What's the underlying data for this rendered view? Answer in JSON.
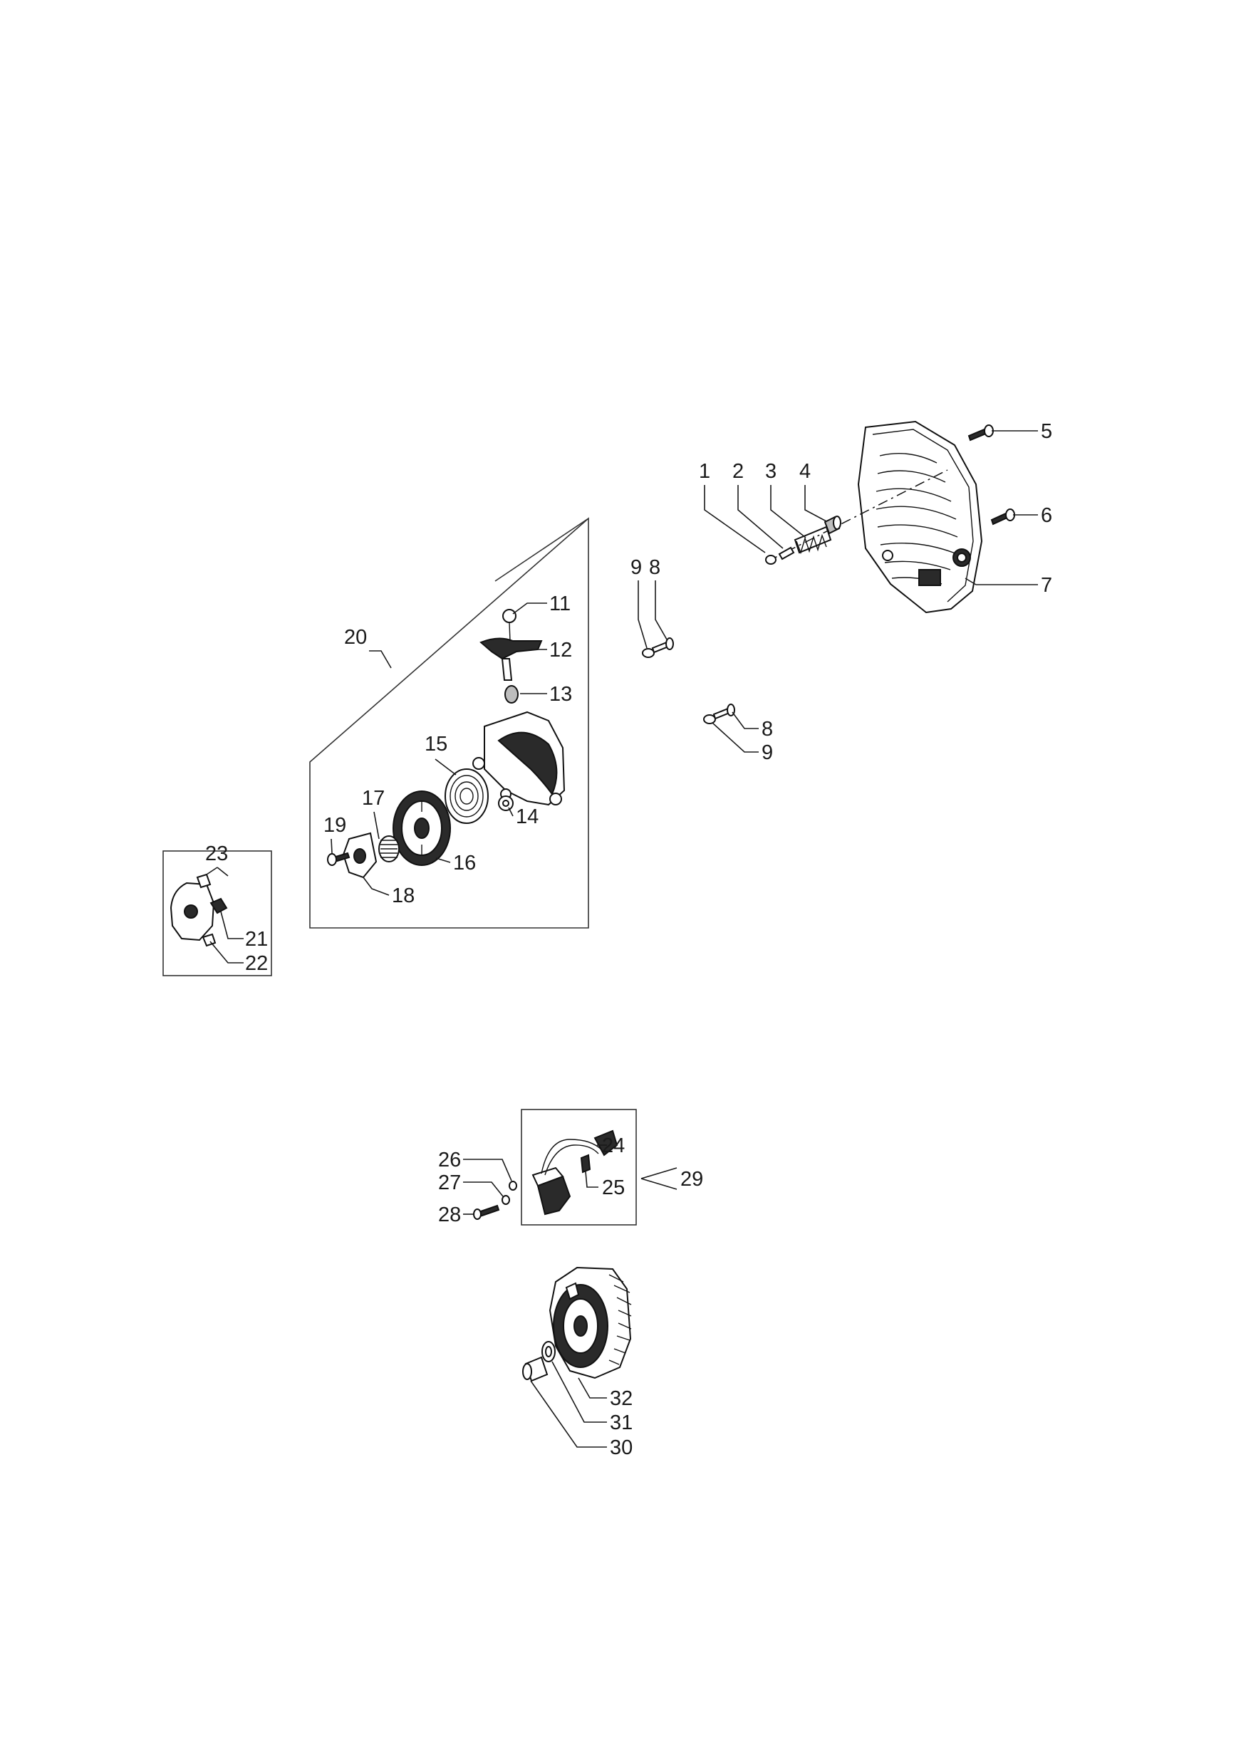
{
  "callouts": {
    "c1": "1",
    "c2": "2",
    "c3": "3",
    "c4": "4",
    "c5": "5",
    "c6": "6",
    "c7": "7",
    "c8a": "8",
    "c9a": "9",
    "c8b": "8",
    "c9b": "9",
    "c11": "11",
    "c12": "12",
    "c13": "13",
    "c14": "14",
    "c15": "15",
    "c16": "16",
    "c17": "17",
    "c18": "18",
    "c19": "19",
    "c20": "20",
    "c21": "21",
    "c22": "22",
    "c23": "23",
    "c24": "24",
    "c25": "25",
    "c26": "26",
    "c27": "27",
    "c28": "28",
    "c29": "29",
    "c30": "30",
    "c31": "31",
    "c32": "32"
  },
  "colors": {
    "line": "#1a1a1a",
    "part_fill": "#ffffff",
    "part_dark": "#2a2a2a",
    "background": "#ffffff"
  }
}
